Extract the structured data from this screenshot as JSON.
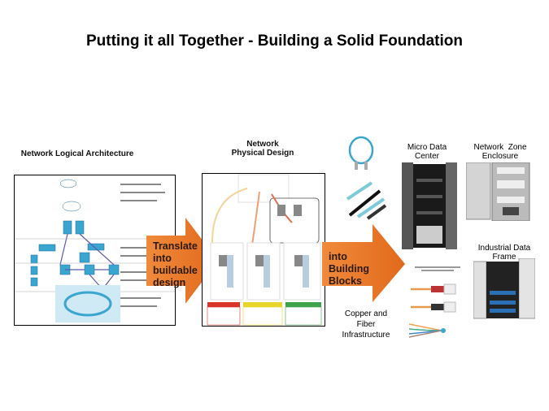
{
  "title": "Putting it all Together - Building a Solid Foundation",
  "logical": {
    "label": "Network Logical Architecture"
  },
  "physical": {
    "label_line1": "Network",
    "label_line2": "Physical Design"
  },
  "arrow1": {
    "line1": "Translate",
    "line2": "into",
    "line3": "buildable",
    "line4": "design"
  },
  "arrow2": {
    "line1": "into",
    "line2": "Building",
    "line3": "Blocks"
  },
  "blocks": {
    "micro_dc_1": "Micro Data",
    "micro_dc_2": "Center",
    "nze_1": "Network  Zone",
    "nze_2": "Enclosure",
    "idf_1": "Industrial Data",
    "idf_2": "Frame",
    "cu_1": "Copper and",
    "cu_2": "Fiber",
    "cu_3": "Infrastructure"
  },
  "colors": {
    "arrow": "#ec7a2a",
    "cable_blue": "#3aa6d0"
  }
}
